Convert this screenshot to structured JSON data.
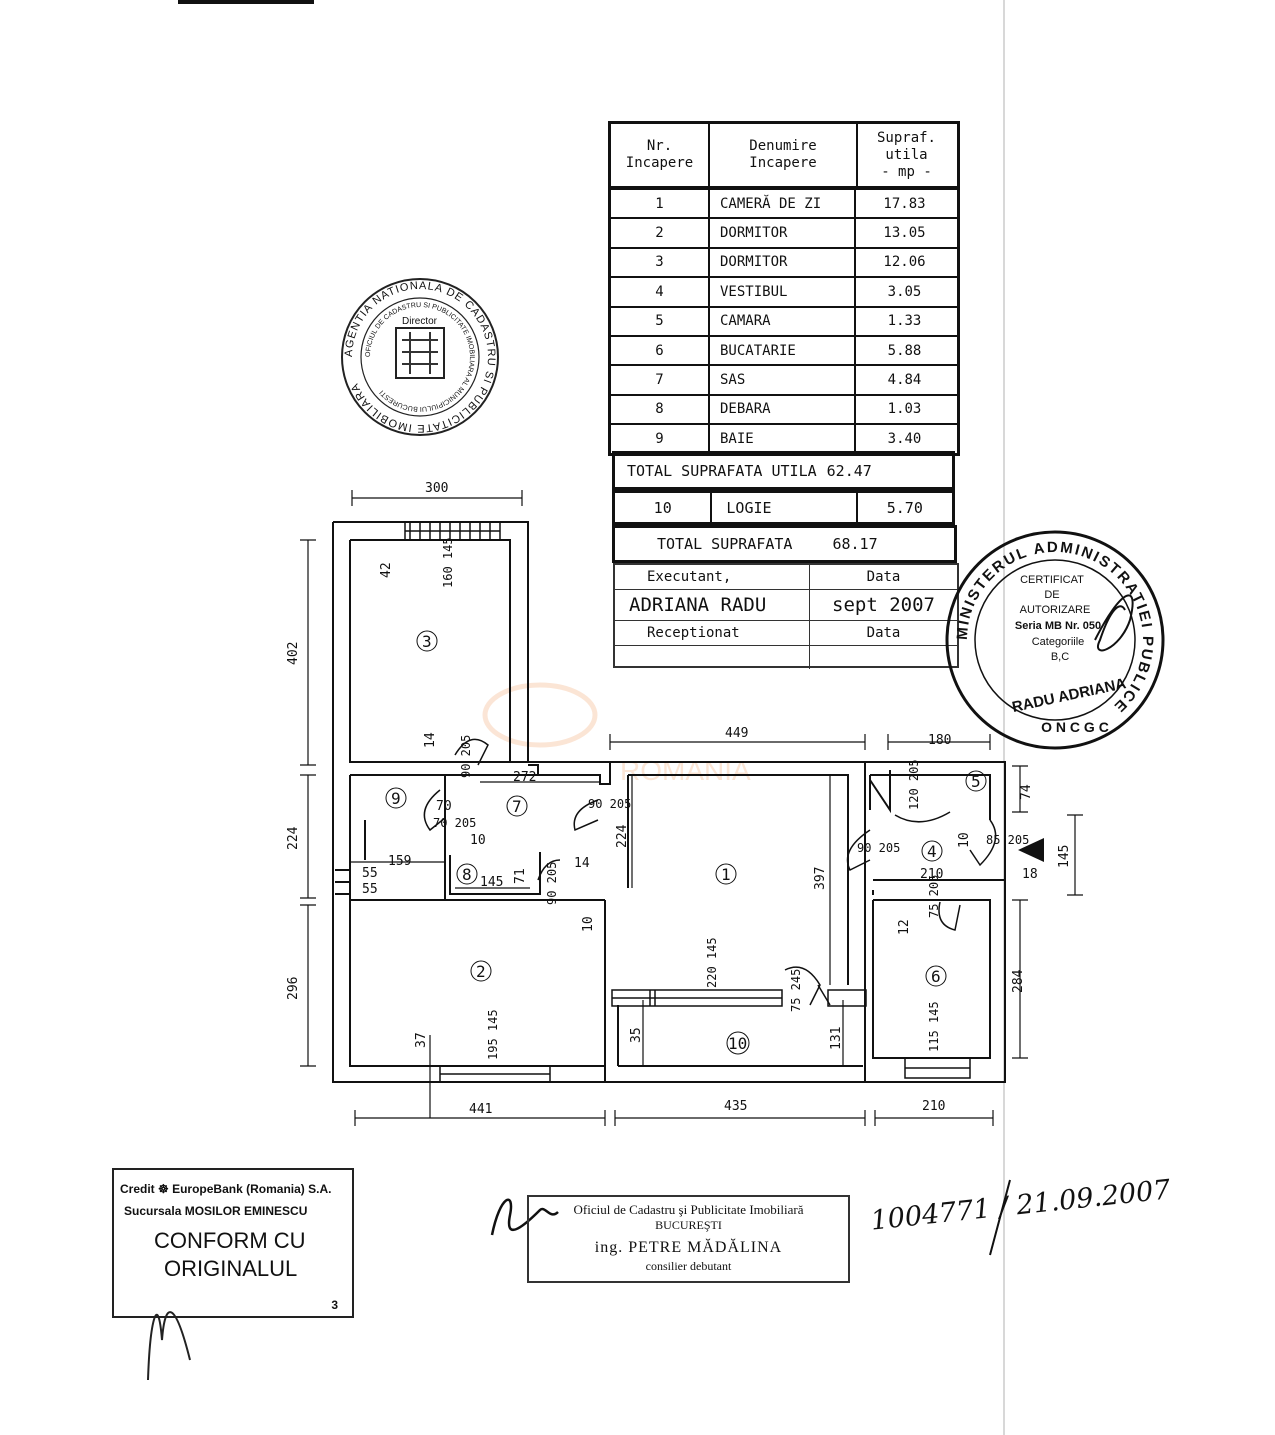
{
  "rooms_table": {
    "headers": [
      "Nr.\nIncapere",
      "Denumire\nIncapere",
      "Supraf.\nutila\n- mp -"
    ],
    "rows": [
      {
        "nr": "1",
        "name": "CAMERĂ DE ZI",
        "area": "17.83"
      },
      {
        "nr": "2",
        "name": "DORMITOR",
        "area": "13.05"
      },
      {
        "nr": "3",
        "name": "DORMITOR",
        "area": "12.06"
      },
      {
        "nr": "4",
        "name": "VESTIBUL",
        "area": "3.05"
      },
      {
        "nr": "5",
        "name": "CAMARA",
        "area": "1.33"
      },
      {
        "nr": "6",
        "name": "BUCATARIE",
        "area": "5.88"
      },
      {
        "nr": "7",
        "name": "SAS",
        "area": "4.84"
      },
      {
        "nr": "8",
        "name": "DEBARA",
        "area": "1.03"
      },
      {
        "nr": "9",
        "name": "BAIE",
        "area": "3.40"
      }
    ],
    "total_useful_label": "TOTAL SUPRAFATA UTILA",
    "total_useful_value": "62.47",
    "logie": {
      "nr": "10",
      "name": "LOGIE",
      "area": "5.70"
    },
    "total_label": "TOTAL SUPRAFATA",
    "total_value": "68.17"
  },
  "signoff": {
    "executant_label": "Executant,",
    "date_label": "Data",
    "executant_name": "ADRIANA RADU",
    "executant_date": "sept 2007",
    "received_label": "Receptionat",
    "received_date_label": "Data"
  },
  "plan": {
    "room_numbers": [
      "1",
      "2",
      "3",
      "4",
      "5",
      "6",
      "7",
      "8",
      "9",
      "10"
    ],
    "dimensions": {
      "top_300": "300",
      "d449": "449",
      "d180": "180",
      "d402": "402",
      "d224_left": "224",
      "d296": "296",
      "d441": "441",
      "d435": "435",
      "d210_bottom": "210",
      "d74": "74",
      "d145_right": "145",
      "d284": "284",
      "d397": "397",
      "d272": "272",
      "d159": "159",
      "d145_b": "145",
      "d224_mid": "224",
      "d210_mid": "210",
      "d18": "18",
      "d12": "12",
      "d37": "37",
      "d35": "35",
      "d131": "131",
      "d42": "42",
      "d14a": "14",
      "d14b": "14",
      "d10a": "10",
      "d10b": "10",
      "d10c": "10",
      "d71": "71",
      "d55a": "55",
      "d55b": "55",
      "d70": "70",
      "door_90_205_a": "90 205",
      "door_70_205": "70 205",
      "door_90_205_b": "90 205",
      "door_90_205_c": "90 205",
      "door_90_205_d": "90 205",
      "door_120_205": "120 205",
      "door_85_205": "85 205",
      "door_75_205": "75 205",
      "door_75_245": "75 245",
      "win_160_145": "160 145",
      "win_220_145": "220 145",
      "win_195_145": "195 145",
      "win_115_145": "115 145"
    }
  },
  "stamps": {
    "ancpi_ring": "AGENTIA NATIONALA DE CADASTRU SI PUBLICITATE IMOBILIARA",
    "ancpi_inner": "OFICIUL DE CADASTRU SI PUBLICITATE IMOBILIARA AL MUNICIPIULUI BUCURESTI",
    "ancpi_center": "Director",
    "ministry_ring": "MINISTERUL ADMINISTRATIEI PUBLICE",
    "ministry_line1": "CERTIFICAT",
    "ministry_line2": "DE",
    "ministry_line3": "AUTORIZARE",
    "ministry_line4": "Seria MB Nr. 050",
    "ministry_line5": "Categoriile",
    "ministry_line6": "B,C",
    "ministry_name": "RADU ADRIANA",
    "ministry_bottom": "O N C G C",
    "bank_line1": "Credit ☸ EuropeBank (Romania) S.A.",
    "bank_line2": "Sucursala MOSILOR EMINESCU",
    "bank_line3": "CONFORM CU",
    "bank_line4": "ORIGINALUL",
    "bank_num": "3",
    "cad_line1": "Oficiul de Cadastru şi Publicitate Imobiliară",
    "cad_line2": "BUCUREŞTI",
    "cad_line3": "ing. PETRE MĂDĂLINA",
    "cad_line4": "consilier debutant",
    "handwritten": "1004771 / 21.09.2007",
    "watermark": "ROMANIA"
  }
}
